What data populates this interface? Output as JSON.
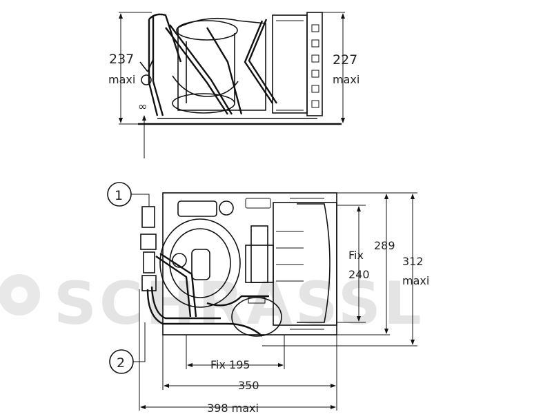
{
  "side_view": {
    "height_max": "237",
    "height_max_unit": "maxi",
    "height_right": "227",
    "height_right_unit": "maxi",
    "symbol": "∞"
  },
  "top_view": {
    "callout_1": "1",
    "callout_2": "2",
    "fix_vertical_label": "Fix",
    "fix_vertical_value": "240",
    "depth": "289",
    "depth_max": "312",
    "depth_max_unit": "maxi",
    "fix_horizontal": "Fix  195",
    "width": "350",
    "width_max": "398 maxi"
  },
  "watermark": "SCHRASSL"
}
